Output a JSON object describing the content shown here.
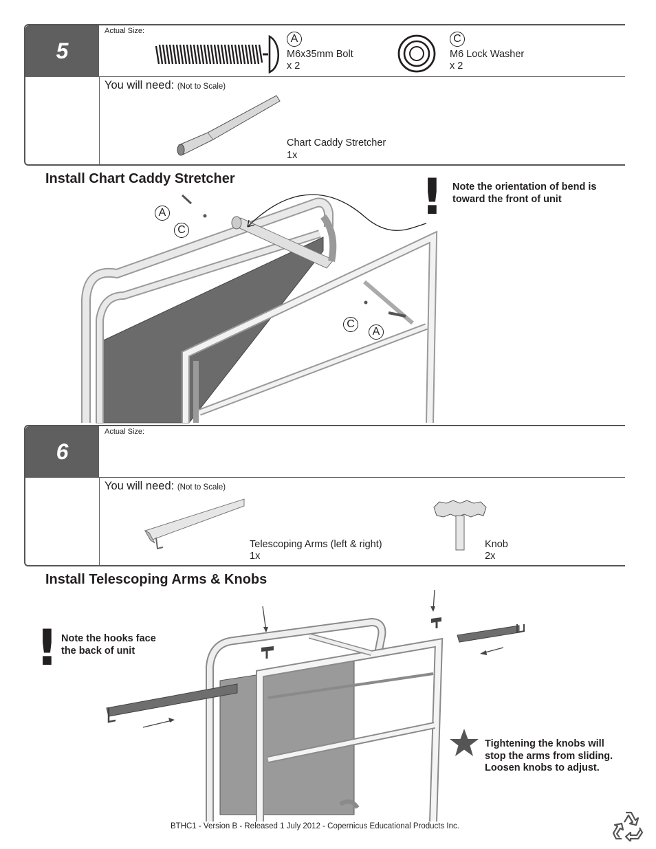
{
  "step5": {
    "number": "5",
    "actual_size": "Actual Size:",
    "part_a": {
      "letter": "A",
      "name": "M6x35mm Bolt",
      "qty": "x 2"
    },
    "part_c": {
      "letter": "C",
      "name": "M6 Lock Washer",
      "qty": "x 2"
    },
    "you_will_need": "You will need:",
    "not_to_scale": "(Not to Scale)",
    "item": {
      "name": "Chart Caddy Stretcher",
      "qty": "1x"
    }
  },
  "section5": {
    "title": "Install Chart Caddy Stretcher",
    "note": [
      "Note the orientation of bend is",
      "toward the front of unit"
    ],
    "callouts": {
      "a": "A",
      "c": "C"
    }
  },
  "step6": {
    "number": "6",
    "actual_size": "Actual Size:",
    "you_will_need": "You will need:",
    "not_to_scale": "(Not to Scale)",
    "item1": {
      "name": "Telescoping Arms (left & right)",
      "qty": "1x"
    },
    "item2": {
      "name": "Knob",
      "qty": "2x"
    }
  },
  "section6": {
    "title": "Install Telescoping Arms & Knobs",
    "note": [
      "Note the hooks face",
      "the back of unit"
    ],
    "tip": [
      "Tightening the knobs will",
      "stop the arms from sliding.",
      "Loosen knobs to adjust."
    ]
  },
  "footer": "BTHC1 - Version B - Released 1 July 2012 - Copernicus Educational Products Inc.",
  "icons": [
    "bolt-icon",
    "lock-washer-icon",
    "stretcher-icon",
    "telescoping-arm-icon",
    "knob-icon",
    "warning-icon",
    "star-icon",
    "recycle-icon"
  ]
}
